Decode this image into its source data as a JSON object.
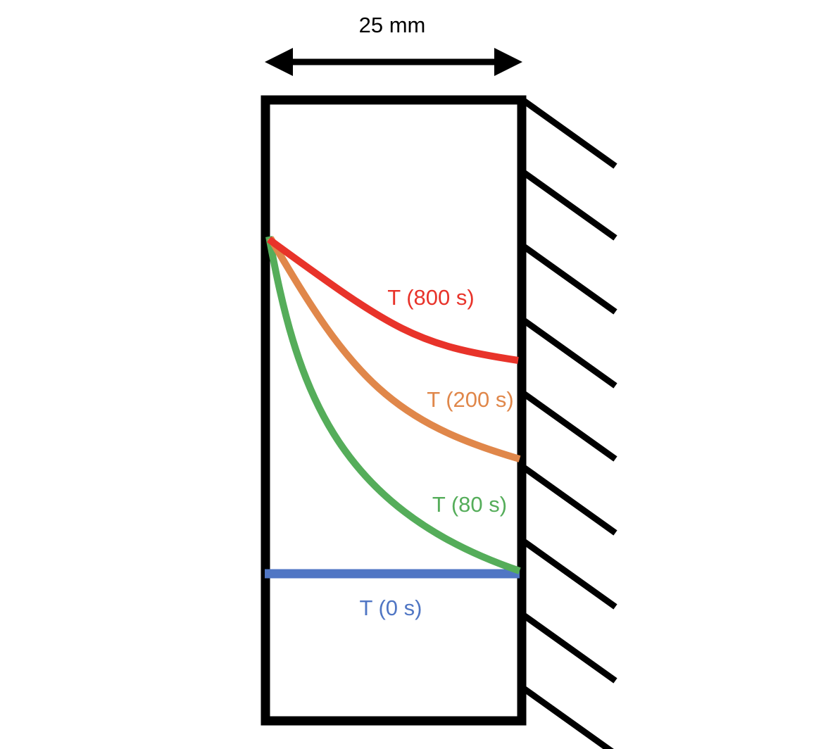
{
  "dimension": {
    "label": "25 mm"
  },
  "curves": [
    {
      "label": "T (800 s)",
      "color": "#e8332a"
    },
    {
      "label": "T (200 s)",
      "color": "#e0874a"
    },
    {
      "label": "T (80 s)",
      "color": "#55ad5a"
    },
    {
      "label": "T (0 s)",
      "color": "#5076c4"
    }
  ],
  "colors": {
    "outline": "#000000",
    "background": "#ffffff"
  }
}
